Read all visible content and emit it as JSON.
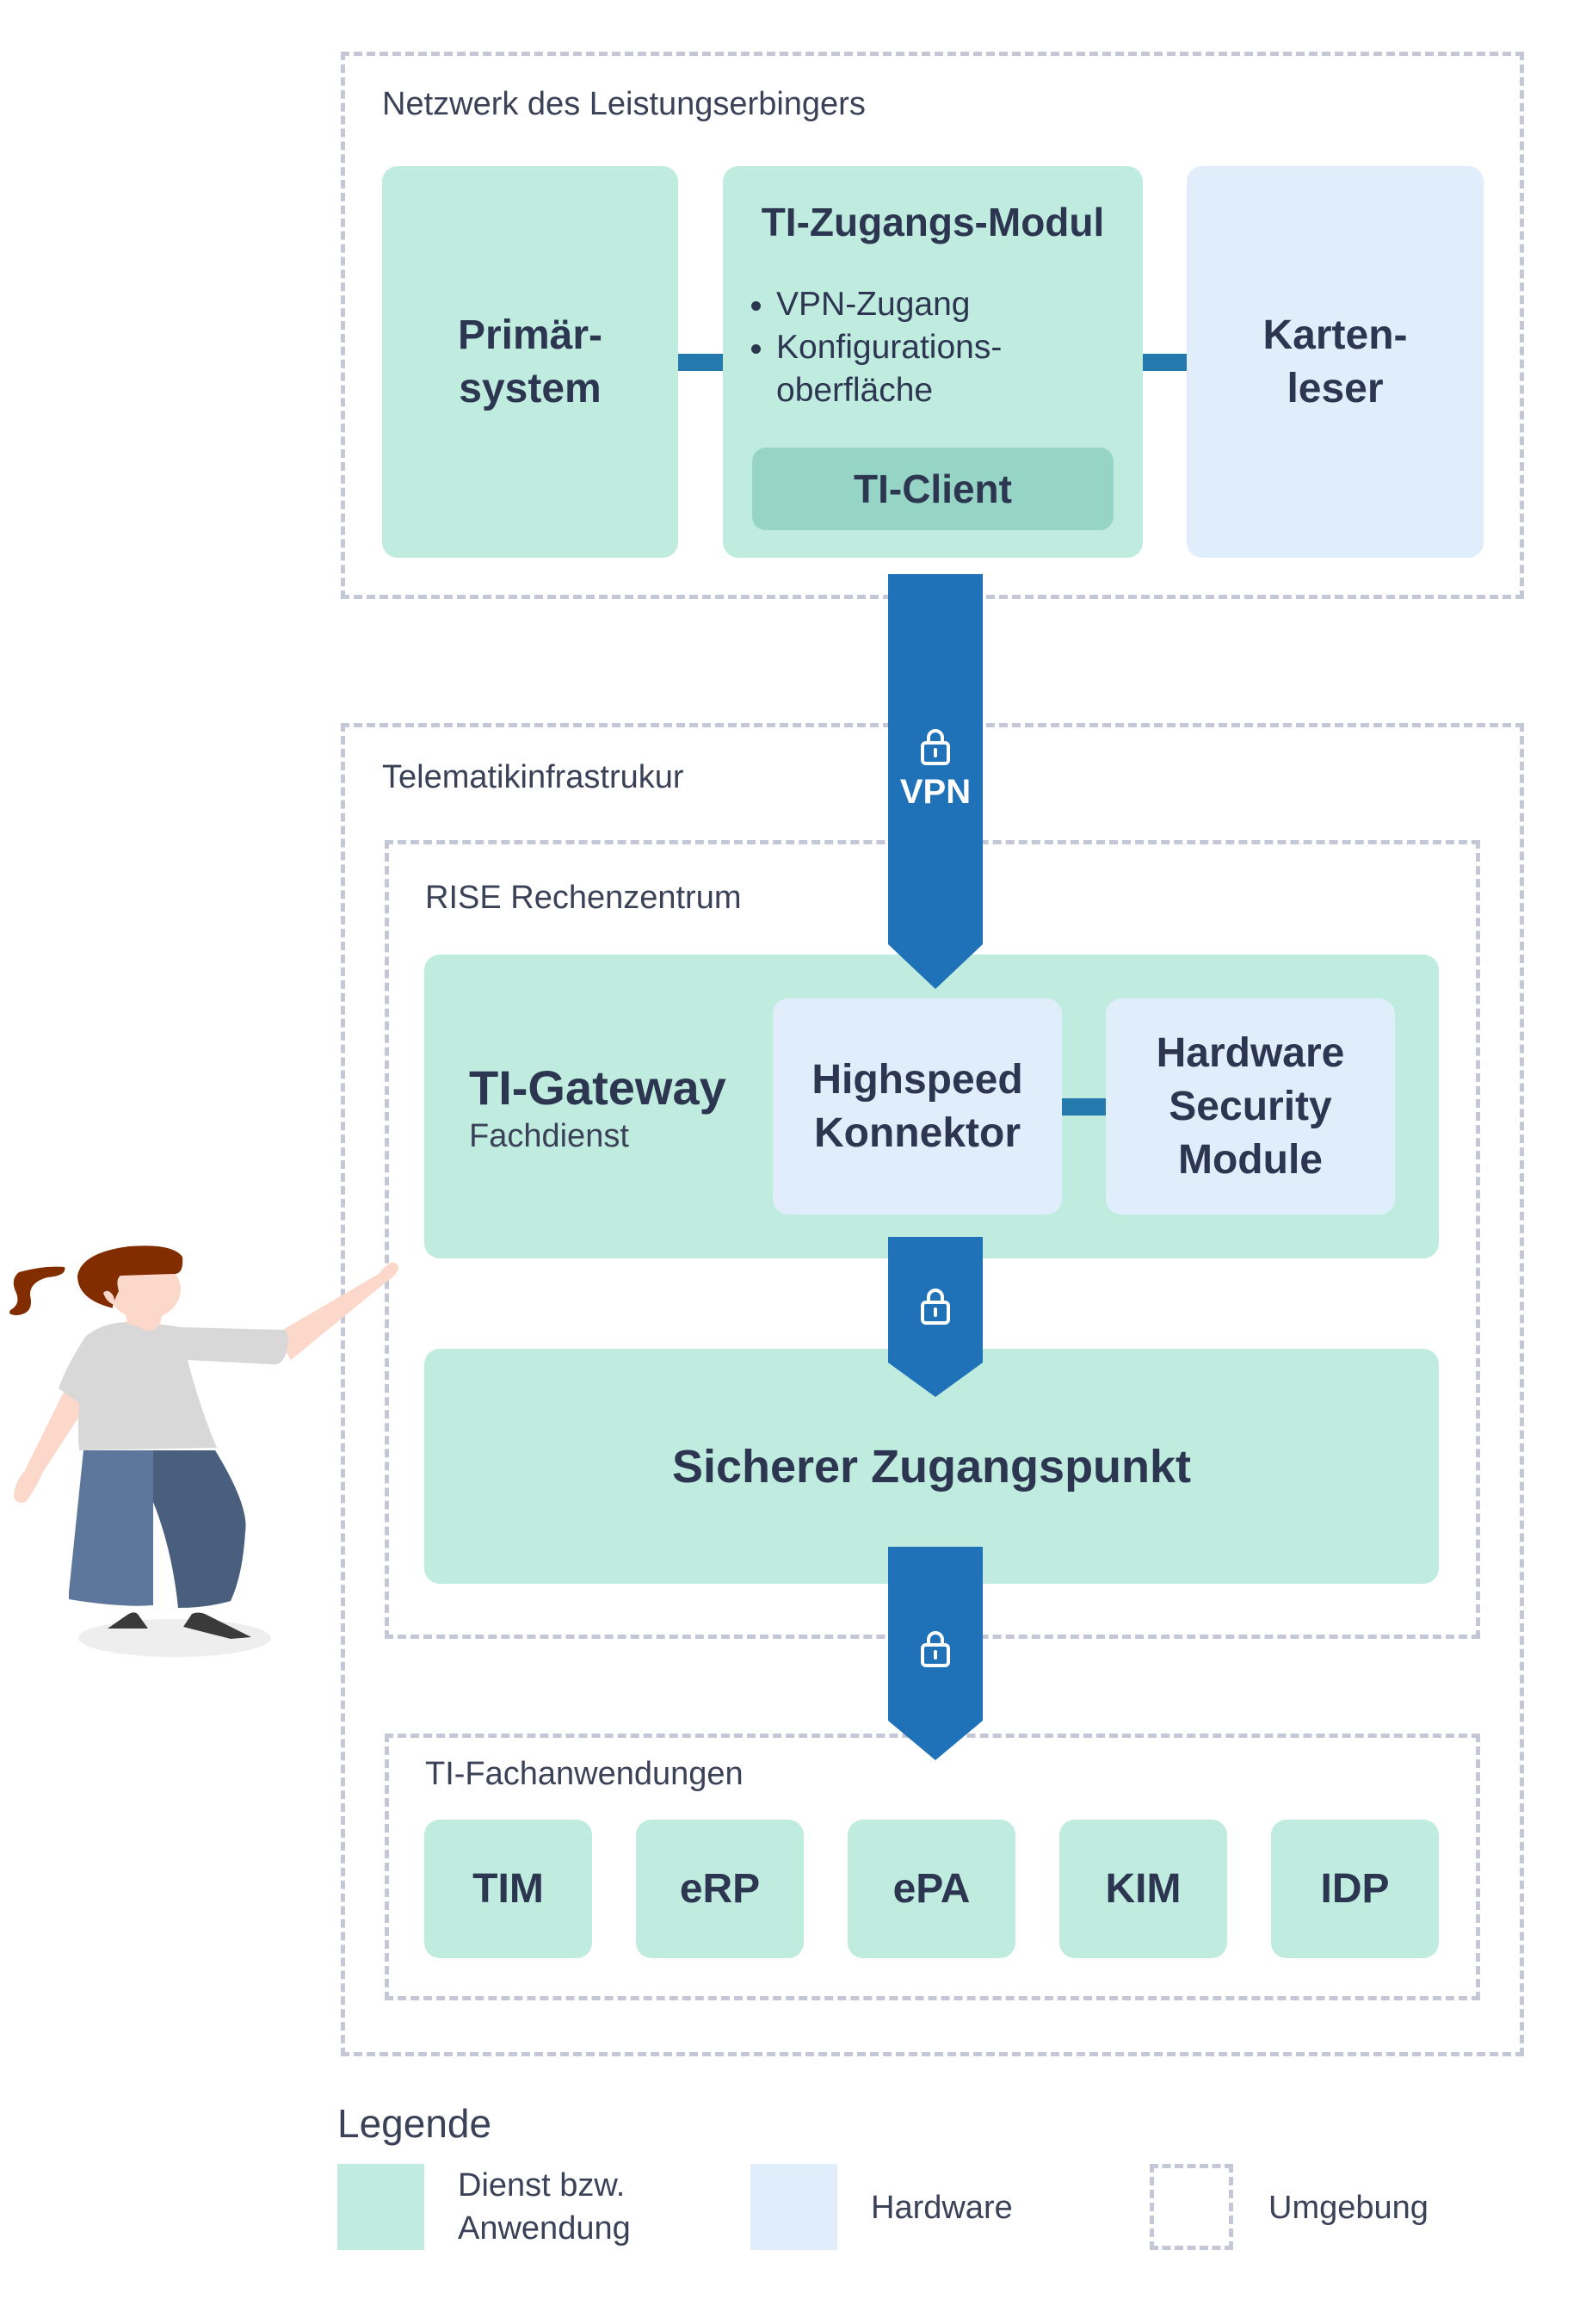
{
  "environments": {
    "provider_network": "Netzwerk des Leistungserbingers",
    "telematik": "Telematikinfrastrukur",
    "rise": "RISE Rechenzentrum",
    "fachanwendungen": "TI-Fachanwendungen"
  },
  "provider": {
    "primaersystem": [
      "Primär-",
      "system"
    ],
    "zugangsmodul": {
      "title": "TI-Zugangs-Modul",
      "bullets": [
        "VPN-Zugang",
        "Konfigurations-",
        "oberfläche"
      ],
      "client": "TI-Client"
    },
    "kartenleser": [
      "Karten-",
      "leser"
    ]
  },
  "vpn_label": "VPN",
  "gateway": {
    "title": "TI-Gateway",
    "subtitle": "Fachdienst",
    "konnektor": [
      "Highspeed",
      "Konnektor"
    ],
    "hsm": [
      "Hardware",
      "Security",
      "Module"
    ]
  },
  "zugangspunkt": "Sicherer Zugangspunkt",
  "apps": [
    "TIM",
    "eRP",
    "ePA",
    "KIM",
    "IDP"
  ],
  "legend": {
    "title": "Legende",
    "items": [
      {
        "label_lines": [
          "Dienst bzw.",
          "Anwendung"
        ],
        "kind": "service"
      },
      {
        "label_lines": [
          "Hardware"
        ],
        "kind": "hardware"
      },
      {
        "label_lines": [
          "Umgebung"
        ],
        "kind": "environment"
      }
    ]
  },
  "colors": {
    "service": "#c0ece0",
    "service_dark": "#96d4c5",
    "hardware": "#e0eefb",
    "arrow": "#1f72b8",
    "connector": "#2479ad",
    "border": "#c4c8d6",
    "text": "#2d3650"
  }
}
